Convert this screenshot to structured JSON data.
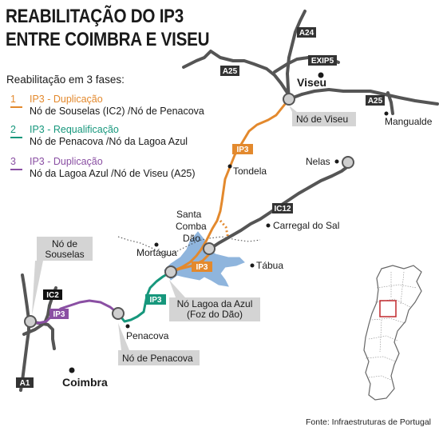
{
  "title_line1": "REABILITAÇÃO DO IP3",
  "title_line2": "ENTRE COIMBRA E VISEU",
  "subtitle": "Reabilitação em 3 fases:",
  "phases": [
    {
      "num": "1",
      "title": "IP3 - Duplicação",
      "desc": "Nó de Souselas (IC2) /Nó de Penacova",
      "color": "#e3892d"
    },
    {
      "num": "2",
      "title": "IP3 - Requalificação",
      "desc": "Nó de Penacova /Nó da Lagoa Azul",
      "color": "#16977c"
    },
    {
      "num": "3",
      "title": "IP3 - Duplicação",
      "desc": "Nó da Lagoa Azul /Nó de Viseu (A25)",
      "color": "#8a4fa3"
    }
  ],
  "places": {
    "viseu": "Viseu",
    "mangualde": "Mangualde",
    "tondela": "Tondela",
    "nelas": "Nelas",
    "santa_comba_1": "Santa",
    "santa_comba_2": "Comba",
    "santa_comba_3": "Dão",
    "carregal": "Carregal do Sal",
    "mortagua": "Mortágua",
    "tabua": "Tábua",
    "penacova": "Penacova",
    "coimbra": "Coimbra"
  },
  "nodes": {
    "viseu": "Nó de Viseu",
    "souselas_1": "Nó de",
    "souselas_2": "Souselas",
    "lagoa_1": "Nó Lagoa da Azul",
    "lagoa_2": "(Foz do Dão)",
    "penacova": "Nó de Penacova"
  },
  "roads": {
    "a24": "A24",
    "exip5": "EXIP5",
    "a25_left": "A25",
    "a25_right": "A25",
    "ip3_orange_top": "IP3",
    "ip3_orange_low": "IP3",
    "ip3_teal": "IP3",
    "ip3_purple": "IP3",
    "ic12": "IC12",
    "ic2": "IC2",
    "a1": "A1"
  },
  "source": "Fonte: Infraestruturas de Portugal",
  "colors": {
    "road_gray": "#555555",
    "label_bg": "#333333",
    "node_box": "#d4d4d4",
    "water": "#8fb5dd",
    "inset_box": "#c0282d"
  }
}
